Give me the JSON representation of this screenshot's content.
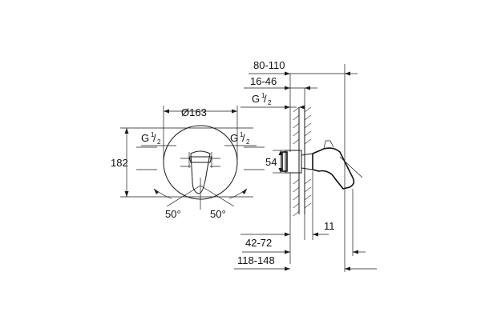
{
  "front_view": {
    "diameter": "Ø163",
    "height": "182",
    "thread_left": {
      "base": "G",
      "num": "1",
      "den": "2"
    },
    "thread_right": {
      "base": "G",
      "num": "1",
      "den": "2"
    },
    "angle_left": "50°",
    "angle_right": "50°"
  },
  "side_view": {
    "depth_total": "80-110",
    "depth_wall": "16-46",
    "thread": {
      "base": "G",
      "num": "1",
      "den": "2"
    },
    "body_height": "54",
    "projection_min": "42-72",
    "projection_gap": "11",
    "projection_total": "118-148"
  }
}
